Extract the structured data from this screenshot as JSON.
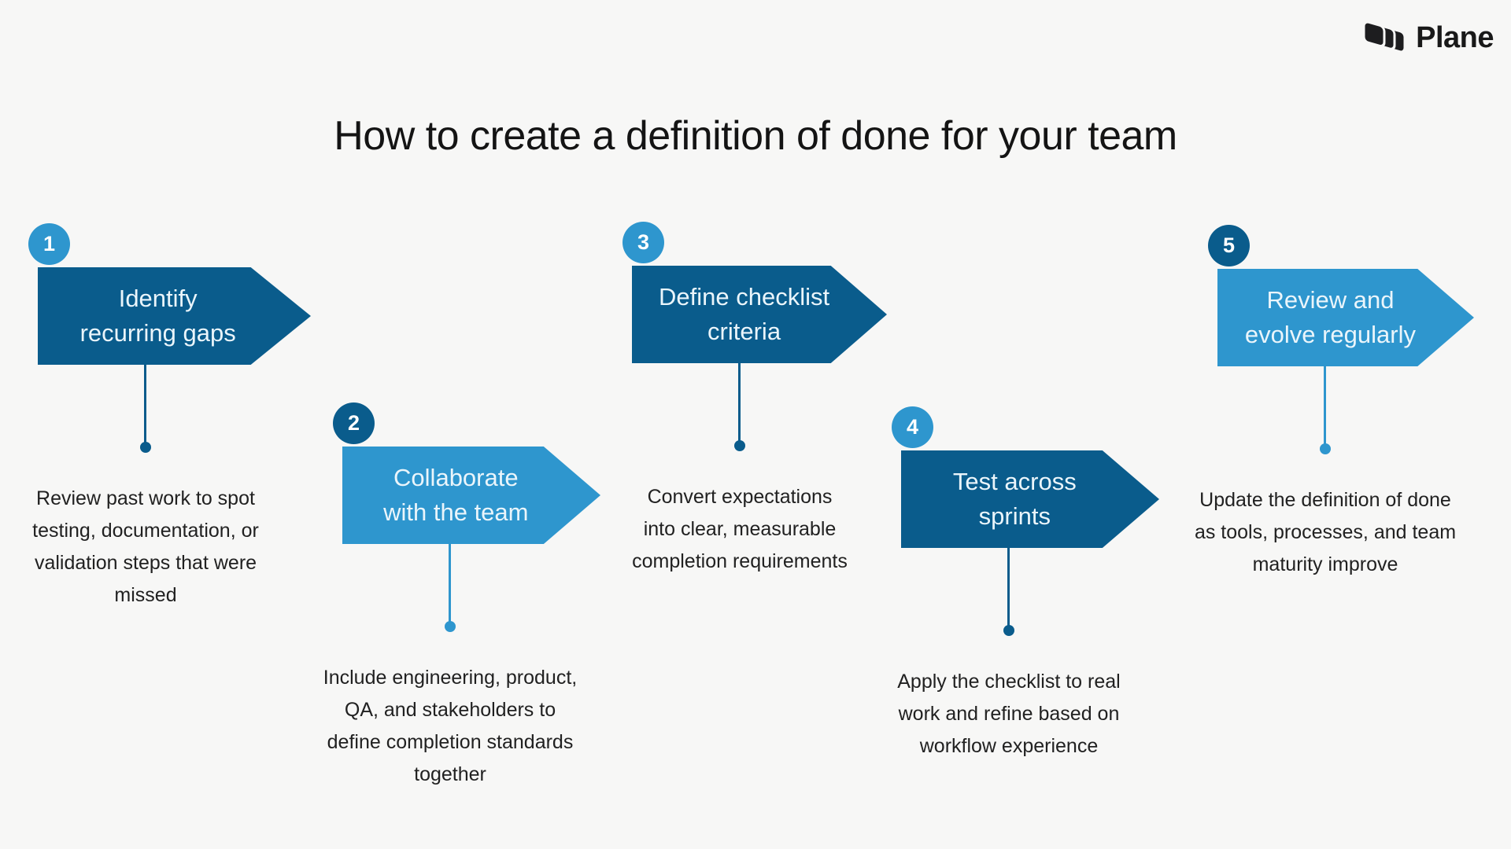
{
  "page": {
    "background_color": "#f7f7f6"
  },
  "logo": {
    "brand": "Plane",
    "mark_icon": "plane-logo-mark",
    "mark_color": "#1d1d1f"
  },
  "title": "How to create a definition of done for your team",
  "colors": {
    "dark_blue": "#0a5c8c",
    "light_blue": "#2e96ce",
    "arrow_text": "#eaf5fb",
    "body_text": "#212121"
  },
  "steps": [
    {
      "number": "1",
      "label": "Identify\nrecurring gaps",
      "description": "Review past work to spot\ntesting, documentation, or\nvalidation steps that were\nmissed",
      "arrow_color": "#0a5c8c",
      "badge_color": "#2e96ce"
    },
    {
      "number": "2",
      "label": "Collaborate\nwith the team",
      "description": "Include engineering, product,\nQA, and stakeholders to\ndefine completion standards\ntogether",
      "arrow_color": "#2e96ce",
      "badge_color": "#0a5c8c"
    },
    {
      "number": "3",
      "label": "Define checklist\ncriteria",
      "description": "Convert expectations\ninto clear, measurable\ncompletion requirements",
      "arrow_color": "#0a5c8c",
      "badge_color": "#2e96ce"
    },
    {
      "number": "4",
      "label": "Test across\nsprints",
      "description": "Apply the checklist to real\nwork and refine based on\nworkflow experience",
      "arrow_color": "#0a5c8c",
      "badge_color": "#2e96ce"
    },
    {
      "number": "5",
      "label": "Review and\nevolve regularly",
      "description": "Update the definition of done\nas tools, processes, and team\nmaturity improve",
      "arrow_color": "#2e96ce",
      "badge_color": "#0a5c8c"
    }
  ]
}
